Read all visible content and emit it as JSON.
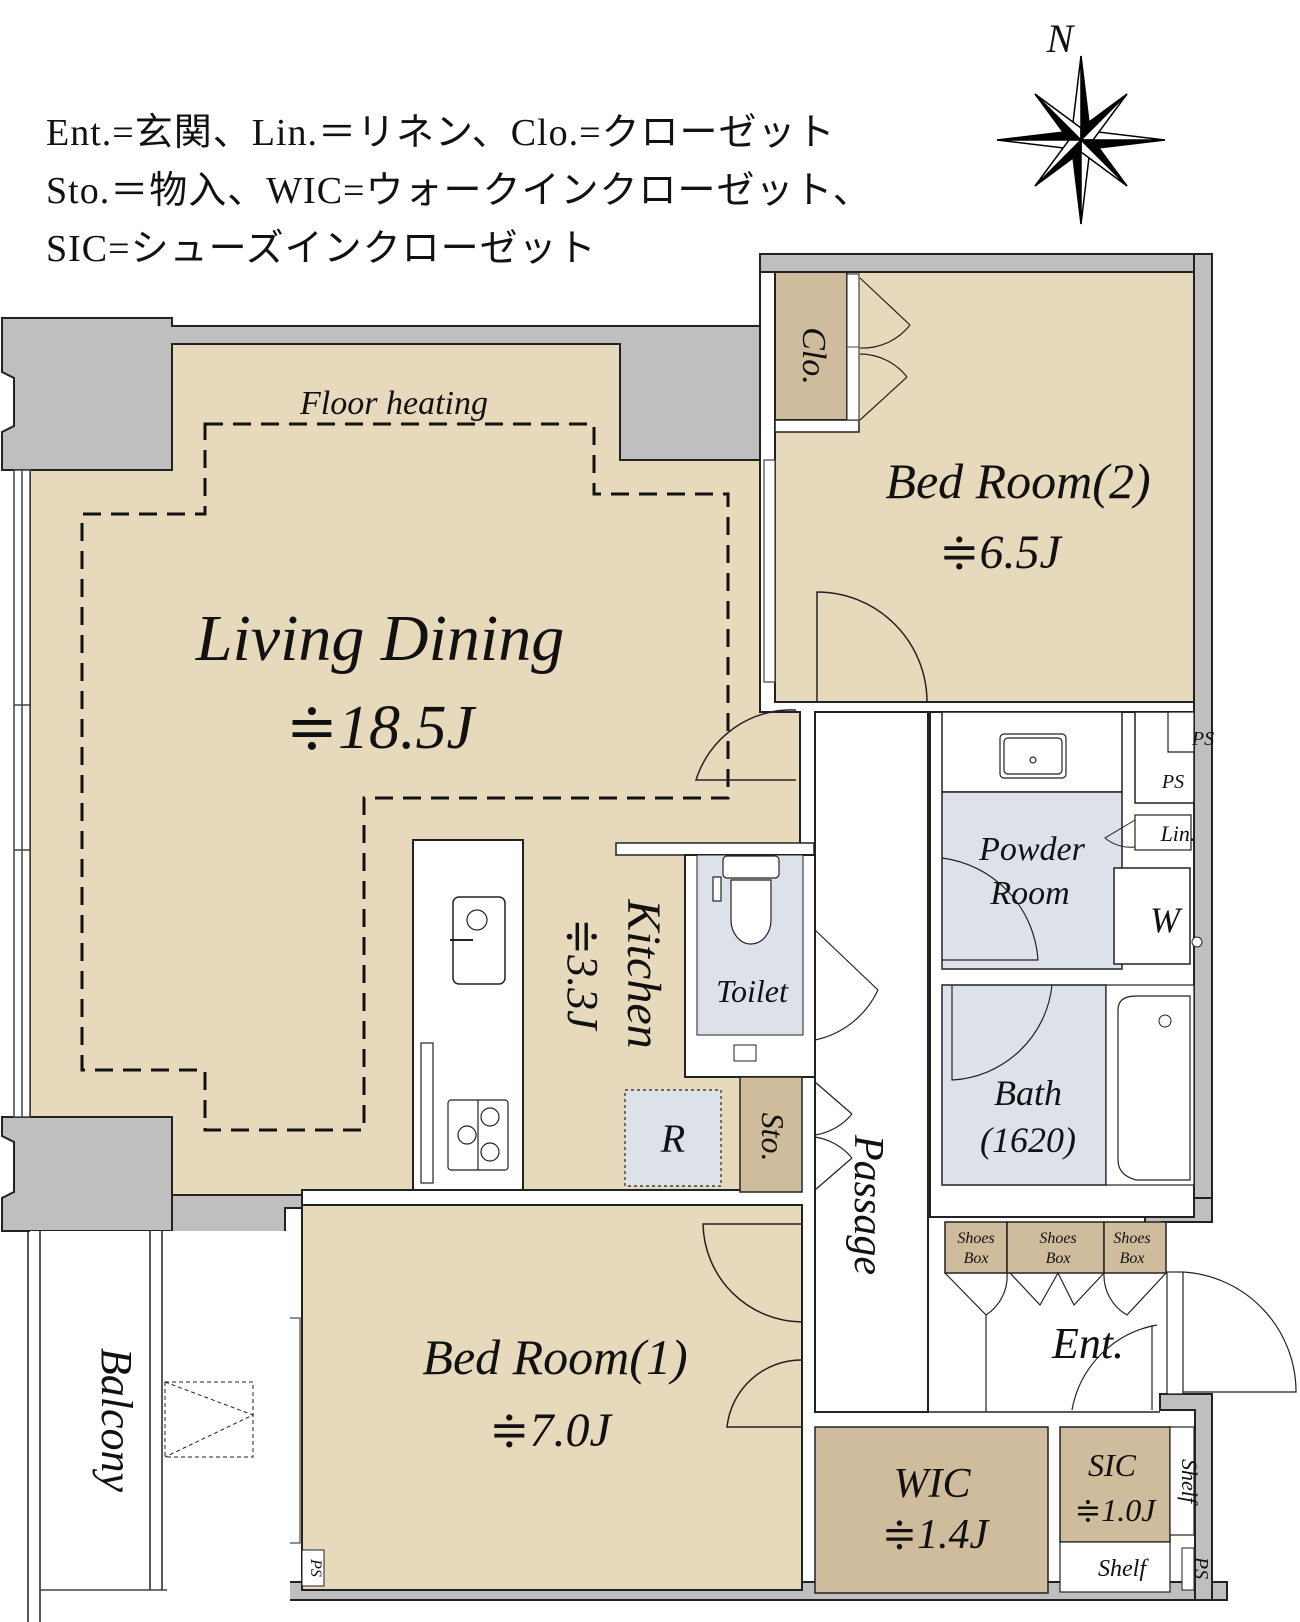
{
  "legend": {
    "lines": [
      "Ent.=玄関、Lin.＝リネン、Clo.=クローゼット",
      "Sto.＝物入、WIC=ウォークインクローゼット、",
      "SIC=シューズインクローゼット"
    ]
  },
  "compass": {
    "label": "N",
    "icon": "compass-rose-icon"
  },
  "colors": {
    "room_beige": "#e6d9bc",
    "storage_tan": "#cfbc9c",
    "wet_area_blue": "#dde1ea",
    "wall_gray": "#bfbfbf",
    "line": "#222222"
  },
  "rooms": {
    "floor_heating": "Floor heating",
    "living": {
      "name": "Living Dining",
      "area": "≑18.5J"
    },
    "bedroom2": {
      "name": "Bed Room(2)",
      "area": "≑6.5J"
    },
    "bedroom1": {
      "name": "Bed Room(1)",
      "area": "≑7.0J"
    },
    "kitchen": {
      "name": "Kitchen",
      "area": "≑3.3J"
    },
    "toilet": {
      "name": "Toilet"
    },
    "powder": {
      "name_line1": "Powder",
      "name_line2": "Room"
    },
    "bath": {
      "name": "Bath",
      "size": "(1620)"
    },
    "passage": {
      "name": "Passage"
    },
    "entrance": {
      "name": "Ent."
    },
    "balcony": {
      "name": "Balcony"
    },
    "wic": {
      "name": "WIC",
      "area": "≑1.4J"
    },
    "sic": {
      "name": "SIC",
      "area": "≑1.0J"
    },
    "closet": {
      "name": "Clo."
    },
    "storage": {
      "name": "Sto."
    },
    "linen": {
      "name": "Lin."
    },
    "washer": {
      "name": "W"
    },
    "refrigerator": {
      "name": "R"
    },
    "ps_labels": [
      "PS",
      "PS",
      "PS",
      "PS"
    ],
    "shoes_boxes": [
      {
        "line1": "Shoes",
        "line2": "Box"
      },
      {
        "line1": "Shoes",
        "line2": "Box"
      },
      {
        "line1": "Shoes",
        "line2": "Box"
      }
    ],
    "shelves": [
      "Shelf",
      "Shelf"
    ]
  }
}
